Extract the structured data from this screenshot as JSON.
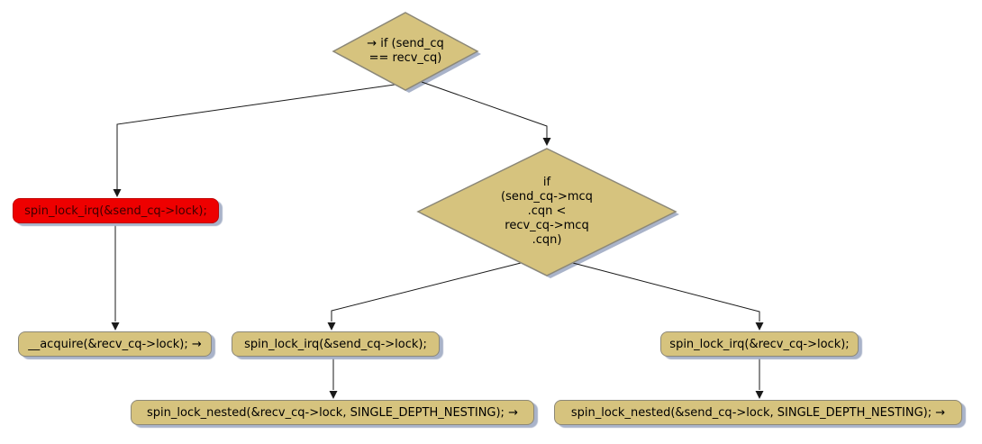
{
  "diagram": {
    "type": "flowchart",
    "colors": {
      "node_fill": "#d6c37e",
      "node_border": "#8c8878",
      "highlight_fill": "#ee0000",
      "highlight_border": "#c00000",
      "shadow": "#a9b3c9",
      "line": "#1a1a1a",
      "background": "#ffffff"
    },
    "nodes": {
      "decision_top": {
        "label": "→ if (send_cq\n== recv_cq)"
      },
      "lock_send_highlight": {
        "label": "spin_lock_irq(&send_cq->lock);"
      },
      "acquire_recv": {
        "label": "__acquire(&recv_cq->lock); →"
      },
      "decision_cqn": {
        "label": "if\n(send_cq->mcq\n.cqn <\nrecv_cq->mcq\n.cqn)"
      },
      "lock_send": {
        "label": "spin_lock_irq(&send_cq->lock);"
      },
      "lock_recv": {
        "label": "spin_lock_irq(&recv_cq->lock);"
      },
      "nested_recv": {
        "label": "spin_lock_nested(&recv_cq->lock, SINGLE_DEPTH_NESTING); →"
      },
      "nested_send": {
        "label": "spin_lock_nested(&send_cq->lock, SINGLE_DEPTH_NESTING); →"
      }
    },
    "edges": [
      {
        "from": "decision_top",
        "to": "lock_send_highlight"
      },
      {
        "from": "decision_top",
        "to": "decision_cqn"
      },
      {
        "from": "lock_send_highlight",
        "to": "acquire_recv"
      },
      {
        "from": "decision_cqn",
        "to": "lock_send"
      },
      {
        "from": "decision_cqn",
        "to": "lock_recv"
      },
      {
        "from": "lock_send",
        "to": "nested_recv"
      },
      {
        "from": "lock_recv",
        "to": "nested_send"
      }
    ]
  }
}
